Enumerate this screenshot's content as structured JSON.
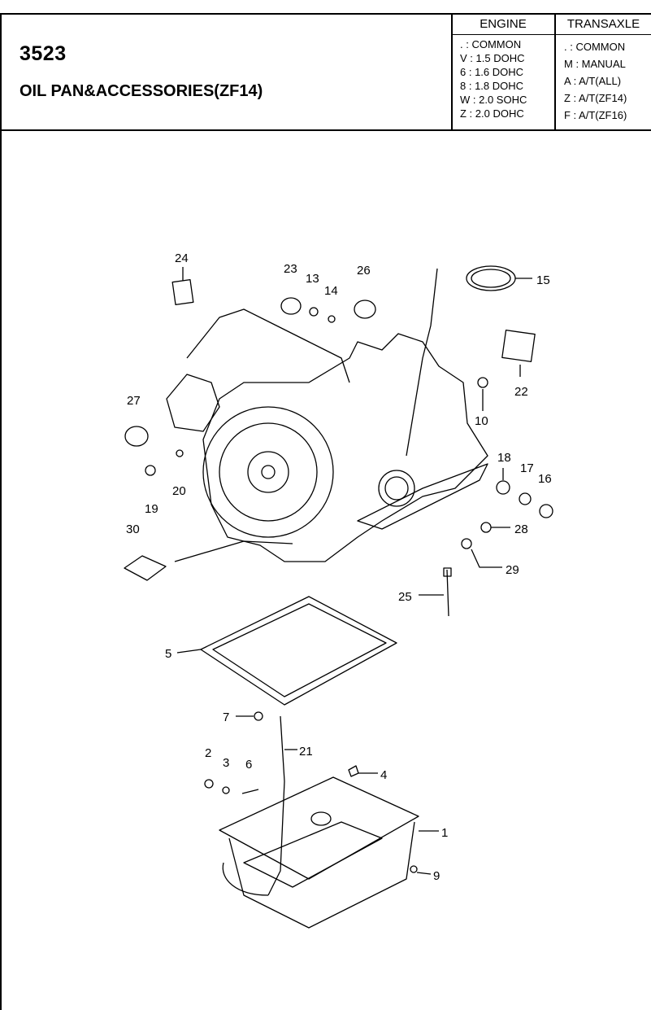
{
  "header": {
    "code": "3523",
    "title": "OIL PAN&ACCESSORIES(ZF14)",
    "engine_heading": "ENGINE",
    "transaxle_heading": "TRANSAXLE",
    "engine_legend": [
      ". : COMMON",
      "V : 1.5 DOHC",
      "6 : 1.6 DOHC",
      "8 : 1.8 DOHC",
      "W : 2.0 SOHC",
      "Z : 2.0 DOHC"
    ],
    "transaxle_legend": [
      ". : COMMON",
      "M : MANUAL",
      "A : A/T(ALL)",
      "Z : A/T(ZF14)",
      "F : A/T(ZF16)"
    ]
  },
  "callouts": [
    "1",
    "2",
    "3",
    "4",
    "5",
    "6",
    "7",
    "9",
    "10",
    "13",
    "14",
    "15",
    "16",
    "17",
    "18",
    "19",
    "20",
    "21",
    "22",
    "23",
    "24",
    "25",
    "26",
    "27",
    "28",
    "29",
    "30"
  ]
}
